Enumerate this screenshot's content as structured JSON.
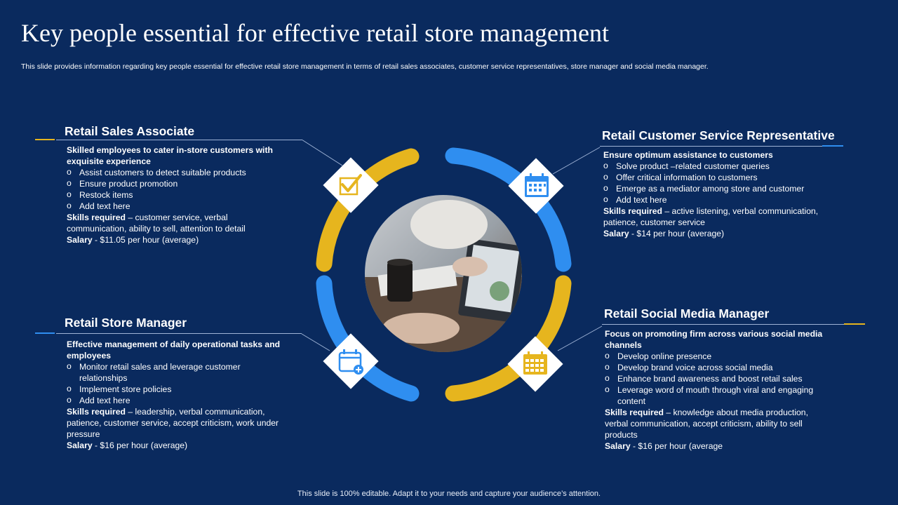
{
  "title": "Key people essential for effective retail store management",
  "subtitle": "This slide provides information regarding key people essential for effective retail store management in terms of retail sales associates, customer service representatives, store manager and social media manager.",
  "footer": "This slide is 100% editable. Adapt it to your needs and capture your audience’s attention.",
  "colors": {
    "background": "#0a2a5e",
    "yellow": "#e6b51e",
    "blue": "#2f8ef0",
    "white": "#ffffff"
  },
  "sections": {
    "sales_associate": {
      "heading": "Retail Sales Associate",
      "lead": "Skilled employees to cater in-store customers with exquisite experience",
      "bullets": [
        "Assist customers to detect suitable products",
        "Ensure product promotion",
        "Restock items",
        "Add text here"
      ],
      "skills_label": "Skills required",
      "skills_text": " – customer service, verbal communication, ability to sell, attention to detail",
      "salary_label": "Salary",
      "salary_text": " - $11.05 per hour (average)",
      "icon": "checkbox-icon"
    },
    "customer_service": {
      "heading": "Retail Customer Service Representative",
      "lead": "Ensure optimum assistance to customers",
      "bullets": [
        "Solve product –related customer queries",
        "Offer critical information to customers",
        "Emerge as a mediator among store and customer",
        "Add text here"
      ],
      "skills_label": "Skills required",
      "skills_text": " – active listening, verbal communication, patience, customer service",
      "salary_label": "Salary",
      "salary_text": " - $14 per hour (average)",
      "icon": "calendar-icon"
    },
    "store_manager": {
      "heading": "Retail Store Manager",
      "lead": "Effective management of daily operational tasks and employees",
      "bullets": [
        "Monitor retail sales and leverage customer relationships",
        "Implement store policies",
        "Add text here"
      ],
      "skills_label": "Skills required",
      "skills_text": " – leadership, verbal communication, patience, customer service, accept criticism, work under pressure",
      "salary_label": "Salary",
      "salary_text": " - $16 per hour (average)",
      "icon": "calendar-add-icon"
    },
    "social_media": {
      "heading": "Retail Social Media Manager",
      "lead": "Focus on promoting firm across various social media channels",
      "bullets": [
        "Develop online presence",
        "Develop brand voice across social media",
        "Enhance brand awareness and boost retail sales",
        "Leverage word of mouth through viral and engaging content"
      ],
      "skills_label": "Skills required",
      "skills_text": " – knowledge about media production, verbal communication, accept criticism, ability to sell products",
      "salary_label": "Salary",
      "salary_text": " - $16 per hour (average",
      "icon": "calendar-grid-icon"
    }
  }
}
